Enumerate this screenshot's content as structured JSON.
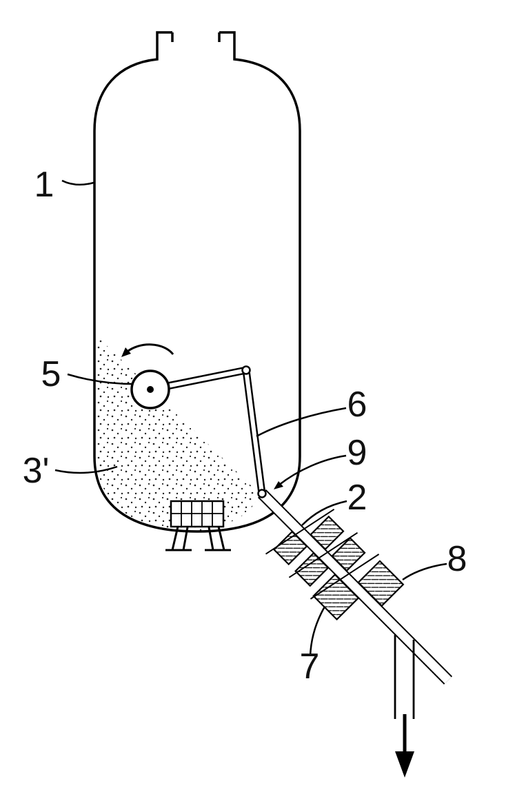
{
  "figure": {
    "type": "patent-style technical diagram",
    "labels": {
      "vessel": "1",
      "distributor": "5",
      "bulk_material": "3'",
      "arm": "6",
      "junction": "9",
      "discharge_pipe": "2",
      "feeder_upper": "8",
      "feeder_lower": "7"
    },
    "colors": {
      "ink": "#000000",
      "background": "#ffffff",
      "stipple_dot": "#222222"
    }
  }
}
